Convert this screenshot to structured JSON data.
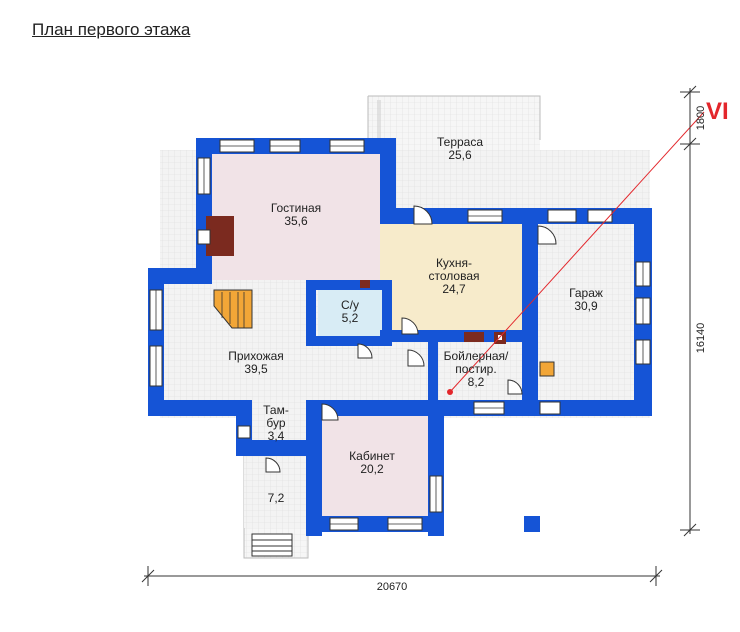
{
  "page": {
    "title": "План первого этажа",
    "watermark": "VI"
  },
  "rooms": [
    {
      "name": "Терраса",
      "area": "25,6"
    },
    {
      "name": "Гостиная",
      "area": "35,6"
    },
    {
      "name": "Кухня-\nстоловая",
      "area": "24,7"
    },
    {
      "name": "С/у",
      "area": "5,2"
    },
    {
      "name": "Гараж",
      "area": "30,9"
    },
    {
      "name": "Прихожая",
      "area": "39,5"
    },
    {
      "name": "Бойлерная/\nпостир.",
      "area": "8,2"
    },
    {
      "name": "Там-\nбур",
      "area": "3,4"
    },
    {
      "name": "Кабинет",
      "area": "20,2"
    },
    {
      "name": "",
      "area": "7,2"
    }
  ],
  "dimensions": {
    "width": "20670",
    "depth": "16140",
    "offset": "1800"
  },
  "colors": {
    "wall": "#1554d6",
    "floor": "#f3f3f3",
    "living": "#f1e3e7",
    "kitchen": "#f7ebcb",
    "wc": "#d8ecf5",
    "stairs": "#f2a637",
    "fireplace": "#7b2a1f",
    "pointer": "#e3262b"
  }
}
